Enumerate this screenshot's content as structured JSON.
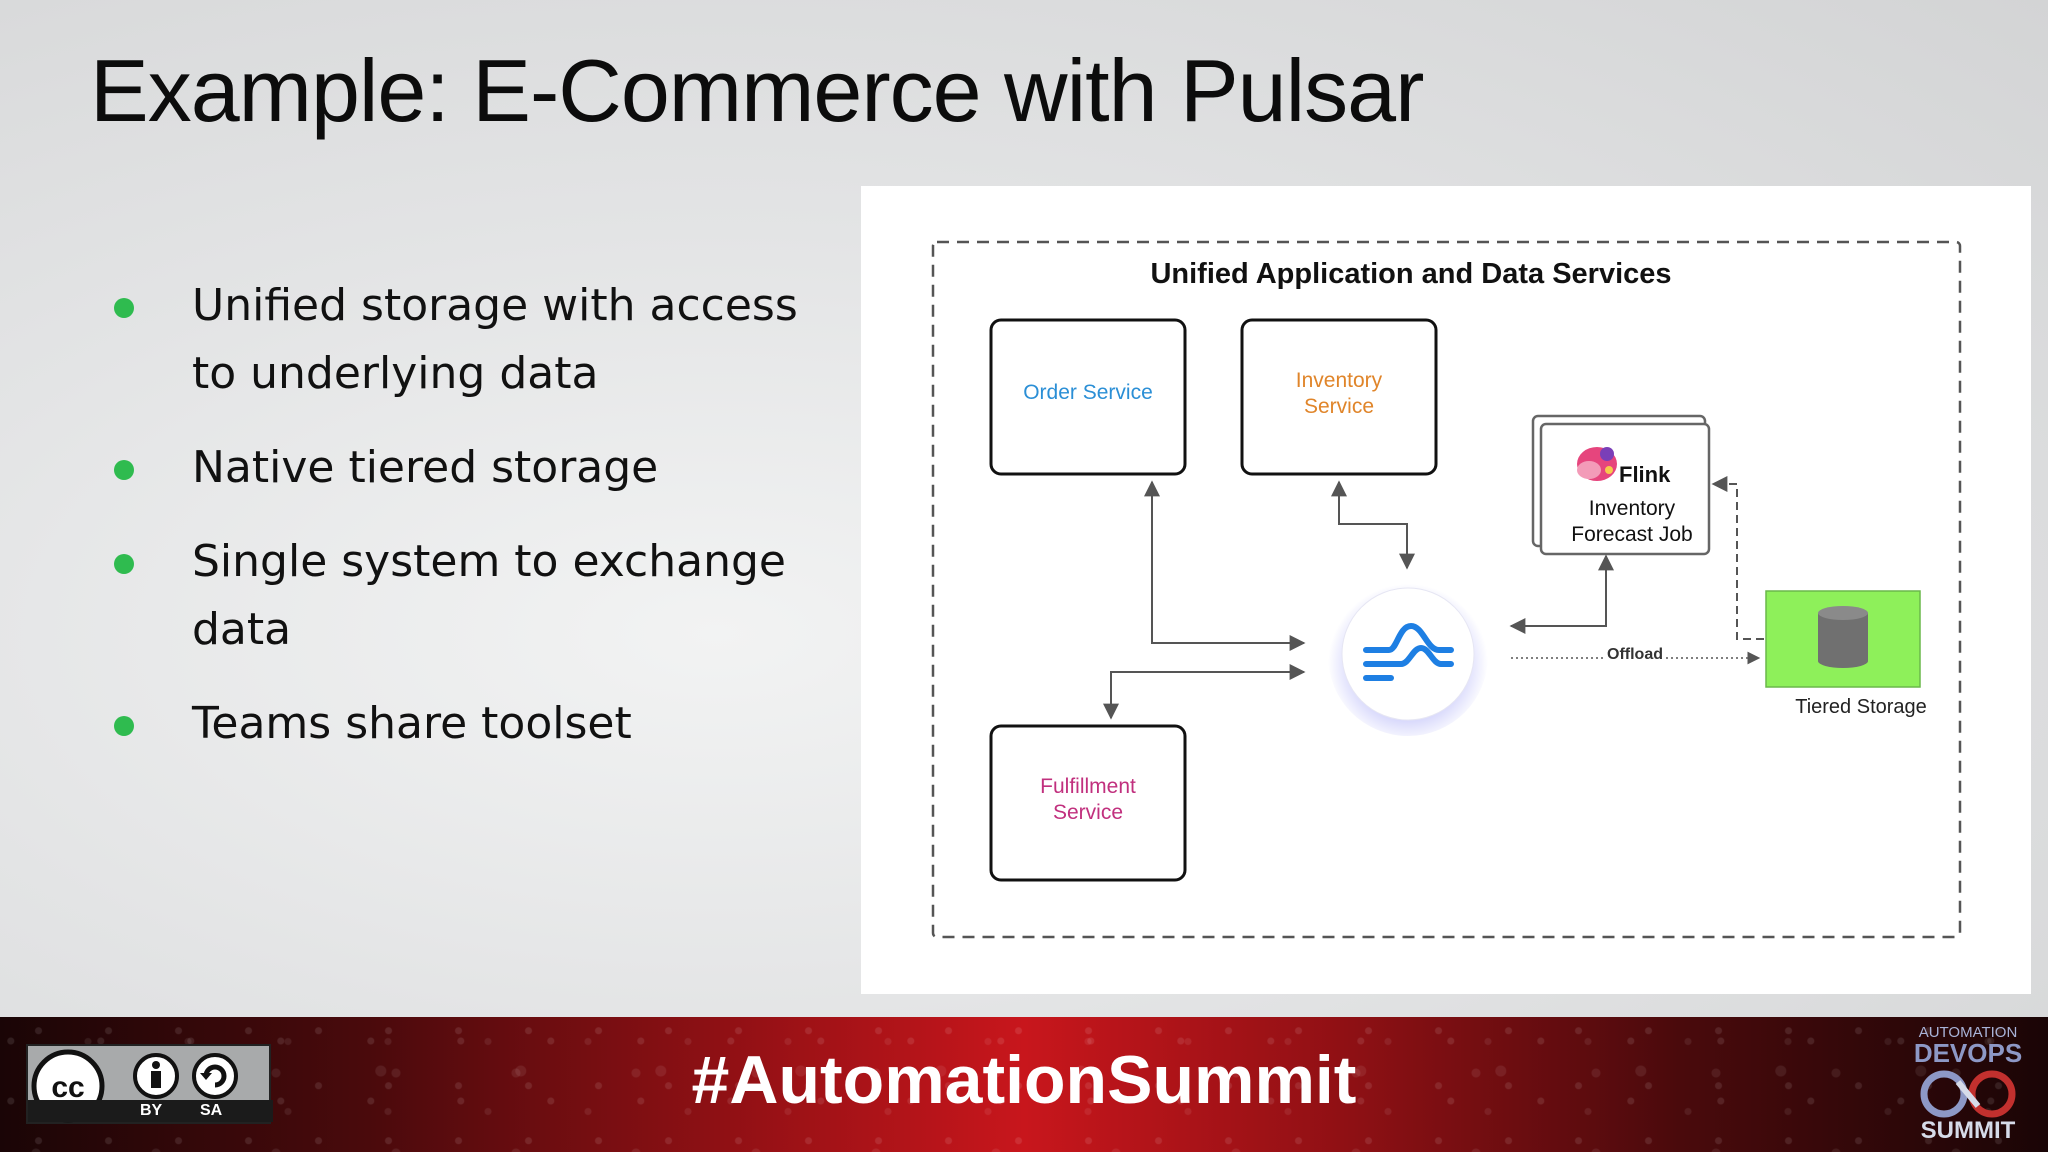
{
  "slide": {
    "title": "Example: E-Commerce with Pulsar",
    "bullets": [
      "Unified storage with access to underlying data",
      "Native tiered storage",
      "Single system to exchange data",
      "Teams share toolset"
    ]
  },
  "diagram": {
    "title": "Unified Application and Data Services",
    "order_service": "Order Service",
    "inventory_service": [
      "Inventory",
      "Service"
    ],
    "fulfillment_service": [
      "Fulfillment",
      "Service"
    ],
    "flink_label": "Flink",
    "forecast_job": [
      "Inventory",
      "Forecast Job"
    ],
    "offload_label": "Offload",
    "tiered_storage": "Tiered Storage"
  },
  "footer": {
    "hashtag": "#AutomationSummit",
    "license_by": "BY",
    "license_sa": "SA",
    "logo_line1": "AUTOMATION",
    "logo_line2": "DEVOPS",
    "logo_line3": "SUMMIT"
  },
  "colors": {
    "bullet": "#2fbb4f",
    "order": "#2b8fd6",
    "inventory": "#e0852a",
    "fulfillment": "#c1307e",
    "storage_fill": "#8ef05a",
    "pulsar_blue": "#1e7fe3"
  }
}
